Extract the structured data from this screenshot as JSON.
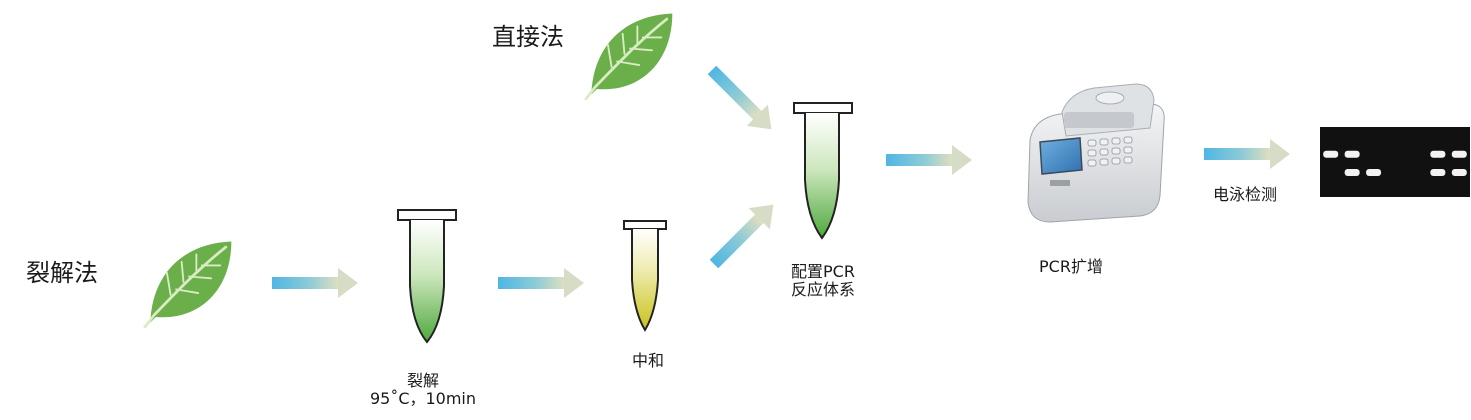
{
  "methods": {
    "direct": "直接法",
    "lysis": "裂解法"
  },
  "steps": {
    "lysis_step": {
      "name": "裂解",
      "condition": "95˚C，10min"
    },
    "neutralize": "中和",
    "pcr_setup": {
      "line1": "配置PCR",
      "line2": "反应体系"
    },
    "amplify": "PCR扩增",
    "detect": "电泳检测"
  },
  "colors": {
    "leaf": "#6aaf4a",
    "leaf_vein": "#d9ecc4",
    "arrow_start": "#4fb6e3",
    "arrow_end": "#e3e0bf",
    "tube_green": "#4fa83e",
    "tube_yellow": "#c9c21a",
    "gel_background": "#111111",
    "gel_band": "#f2f2f2"
  },
  "gel": {
    "lanes": 7,
    "bands_top": [
      1,
      1,
      0,
      0,
      0,
      1,
      1
    ],
    "bands_bottom": [
      0,
      1,
      1,
      0,
      0,
      1,
      1
    ]
  }
}
